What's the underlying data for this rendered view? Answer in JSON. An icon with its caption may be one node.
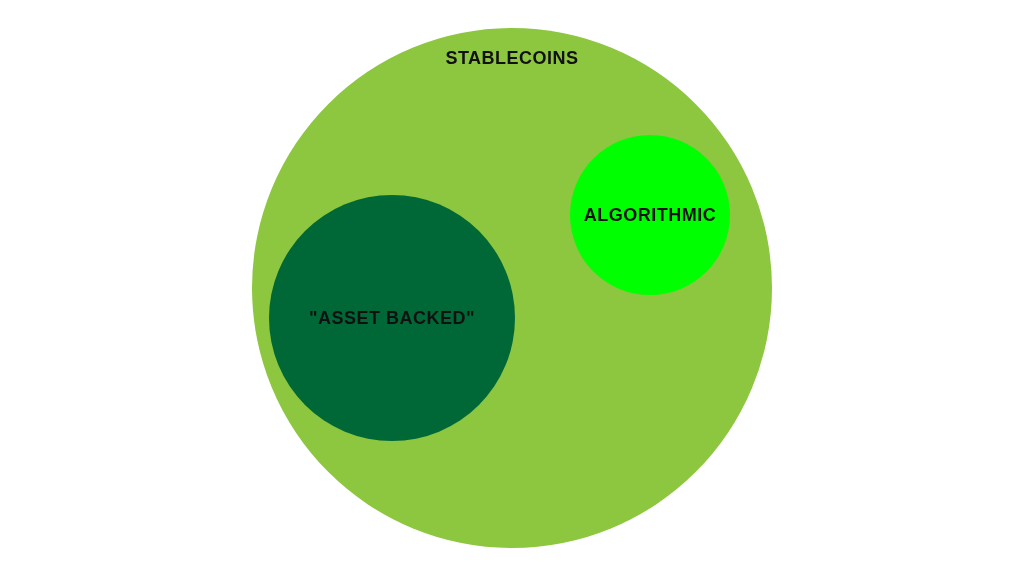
{
  "diagram": {
    "nodes": [
      {
        "text": [
          "STABLECOINS"
        ]
      },
      {
        "text": [
          "ALGORITHMIC"
        ],
        "in": 0
      },
      {
        "text": [
          "\"ASSET BACKED\""
        ],
        "in": 0
      }
    ],
    "edges": []
  }
}
